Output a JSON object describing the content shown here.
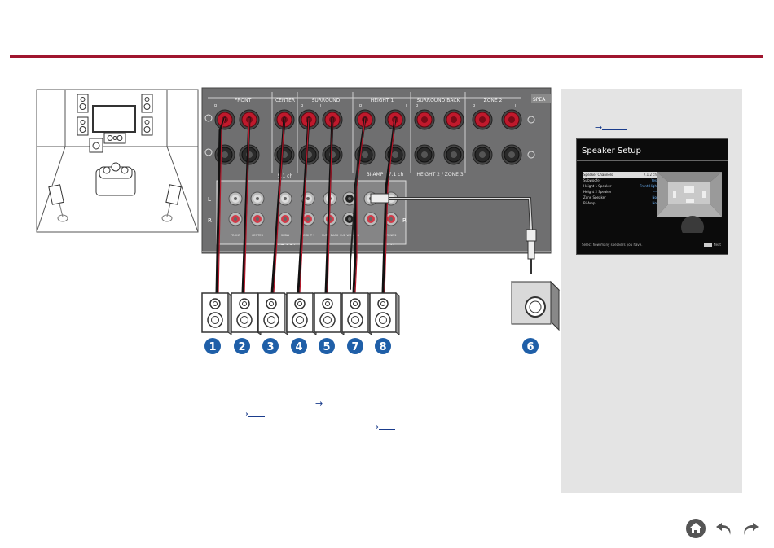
{
  "panel_labels": {
    "front": "FRONT",
    "center": "CENTER",
    "surround": "SURROUND",
    "height1": "HEIGHT 1",
    "surround_back": "SURROUND BACK",
    "zone2": "ZONE 2",
    "speakers": "SPEA",
    "ch512": "5.1 ch",
    "biamp": "BI-AMP",
    "ch71": "7.1 ch",
    "height2_zone3": "HEIGHT 2 / ZONE 3",
    "pre_out": "PRE OUT",
    "in_label": "INT",
    "r": "R",
    "l": "L"
  },
  "terminal_rl": [
    "R",
    "L",
    "R",
    "L",
    "R",
    "L",
    "R",
    "L",
    "R",
    "L"
  ],
  "preout_labels": [
    "FRONT",
    "CENTER",
    "SUBW",
    "HEIGHT 1",
    "SURR BACK",
    "SUB WOOFER",
    "",
    "ZONE 2"
  ],
  "badges": [
    "1",
    "2",
    "3",
    "4",
    "5",
    "7",
    "8",
    "6"
  ],
  "osd": {
    "title": "Speaker Setup",
    "rows": [
      {
        "label": "Speaker Channels",
        "value": "7.1.2 ch"
      },
      {
        "label": "Subwoofer",
        "value": "Yes"
      },
      {
        "label": "Height 1 Speaker",
        "value": "Front High"
      },
      {
        "label": "Height 2 Speaker",
        "value": "---"
      },
      {
        "label": "Zone Speaker",
        "value": "No"
      },
      {
        "label": "Bi-Amp",
        "value": "No"
      }
    ],
    "footer": "Select how many speakers you have.",
    "next": "Next"
  },
  "arrow": "→",
  "nav": {
    "home": "home-icon",
    "back": "back-icon",
    "forward": "forward-icon"
  },
  "colors": {
    "accent": "#a0152e",
    "badge": "#1f5fa8",
    "link": "#1a3c8c",
    "sidebar": "#e4e4e4"
  }
}
